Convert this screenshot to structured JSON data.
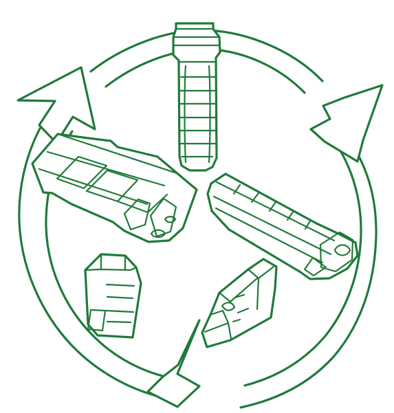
{
  "image": {
    "theme": "recycling-cycle",
    "stroke_color": "#1f7a3a",
    "background": "#ffffff",
    "subjects": [
      {
        "name": "toner-bottle"
      },
      {
        "name": "laser-toner-cartridge"
      },
      {
        "name": "imaging-drum-unit"
      },
      {
        "name": "inkjet-cartridge-small"
      },
      {
        "name": "inkjet-cartridge-large"
      }
    ]
  }
}
